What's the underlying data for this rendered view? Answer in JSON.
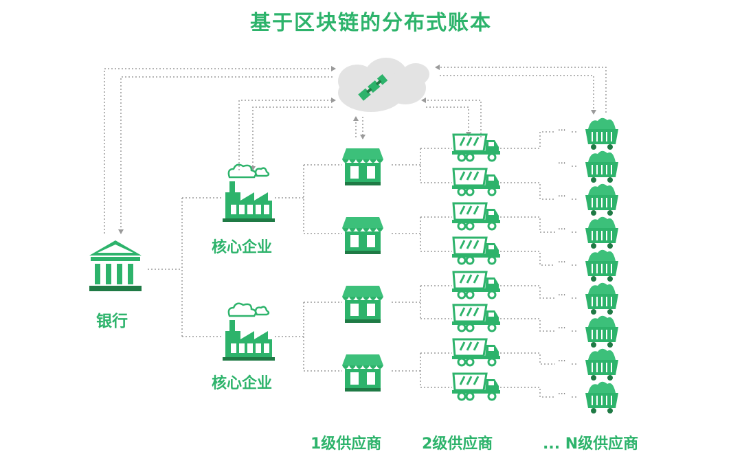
{
  "title": "基于区块链的分布式账本",
  "nodes": {
    "bank_label": "银行",
    "core_enterprise_label": "核心企业"
  },
  "tiers": {
    "tier1": "1级供应商",
    "tier2": "2级供应商",
    "tierN": "... N级供应商"
  },
  "ellipsis": "...",
  "colors": {
    "accent": "#2db36b",
    "dark_green": "#1f7a45",
    "roof": "#3cc07a",
    "cloud": "#e3e3e3",
    "line": "#9a9a9a",
    "text": "#2db36b"
  },
  "icons": [
    "cloud-icon",
    "blockchain-link-icon",
    "bank-icon",
    "factory-icon",
    "store-icon",
    "truck-icon",
    "mine-cart-icon"
  ]
}
